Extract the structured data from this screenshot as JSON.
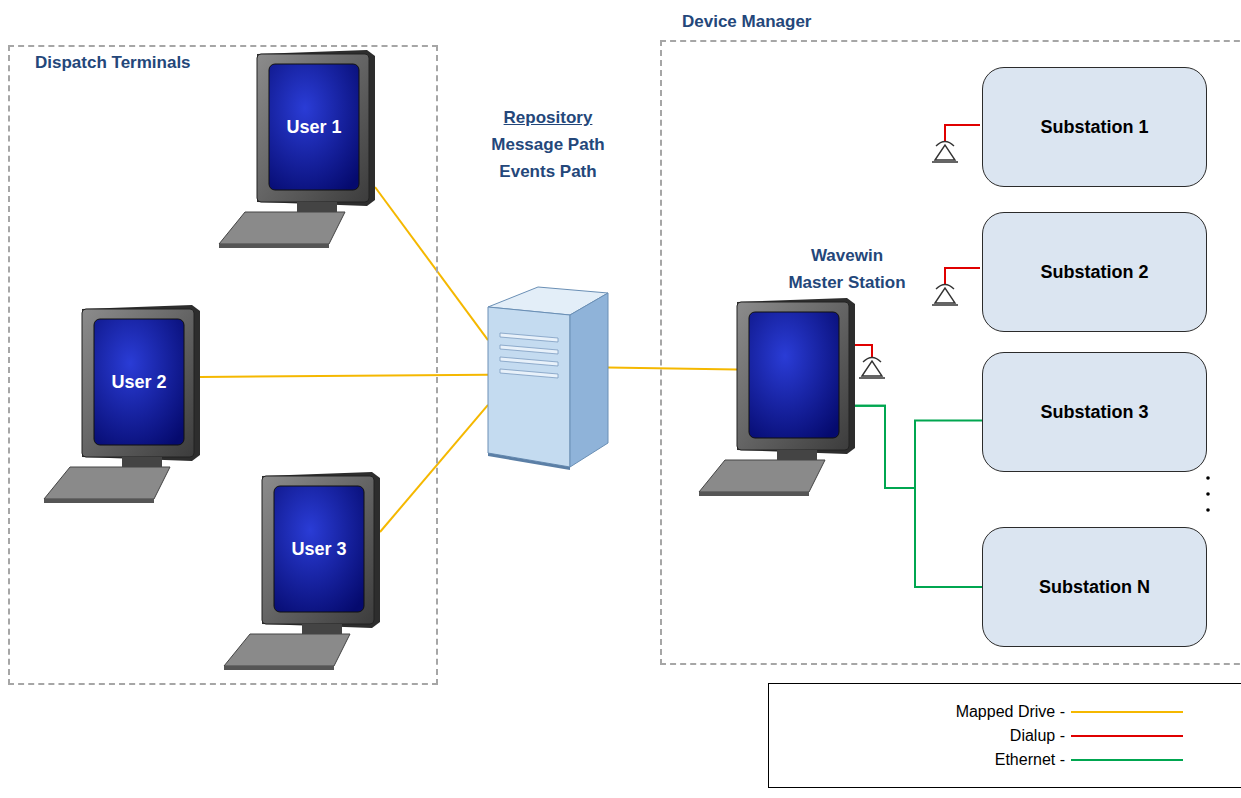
{
  "diagram": {
    "nodes": [
      {
        "text": [
          "Dispatch Terminals"
        ]
      },
      {
        "text": [
          "User 1"
        ],
        "in": 0
      },
      {
        "text": [
          "User 2"
        ],
        "in": 0
      },
      {
        "text": [
          "User 3"
        ],
        "in": 0
      },
      {
        "text": [
          "Repository",
          "Message Path Events Path"
        ]
      },
      {
        "text": [
          "Device Manager"
        ]
      },
      {
        "text": [
          "Wavewin Master Station"
        ],
        "in": 5
      },
      {
        "text": [
          "Substation 1"
        ],
        "in": 5
      },
      {
        "text": [
          "Substation 2"
        ],
        "in": 5
      },
      {
        "text": [
          "Substation 3"
        ],
        "in": 5
      },
      {
        "text": [
          "Substation N"
        ],
        "in": 5
      }
    ],
    "edges": [
      {
        "from": 1,
        "to": 4,
        "arrow": "none"
      },
      {
        "from": 2,
        "to": 4,
        "arrow": "none"
      },
      {
        "from": 3,
        "to": 4,
        "arrow": "none"
      },
      {
        "from": 4,
        "to": 6,
        "arrow": "none"
      },
      {
        "from": 6,
        "to": 9,
        "arrow": "none"
      },
      {
        "from": 6,
        "to": 10,
        "arrow": "none"
      }
    ],
    "legend": [
      {
        "text": "Mapped Drive -"
      },
      {
        "text": "Dialup -"
      },
      {
        "text": "Ethernet -"
      }
    ]
  }
}
